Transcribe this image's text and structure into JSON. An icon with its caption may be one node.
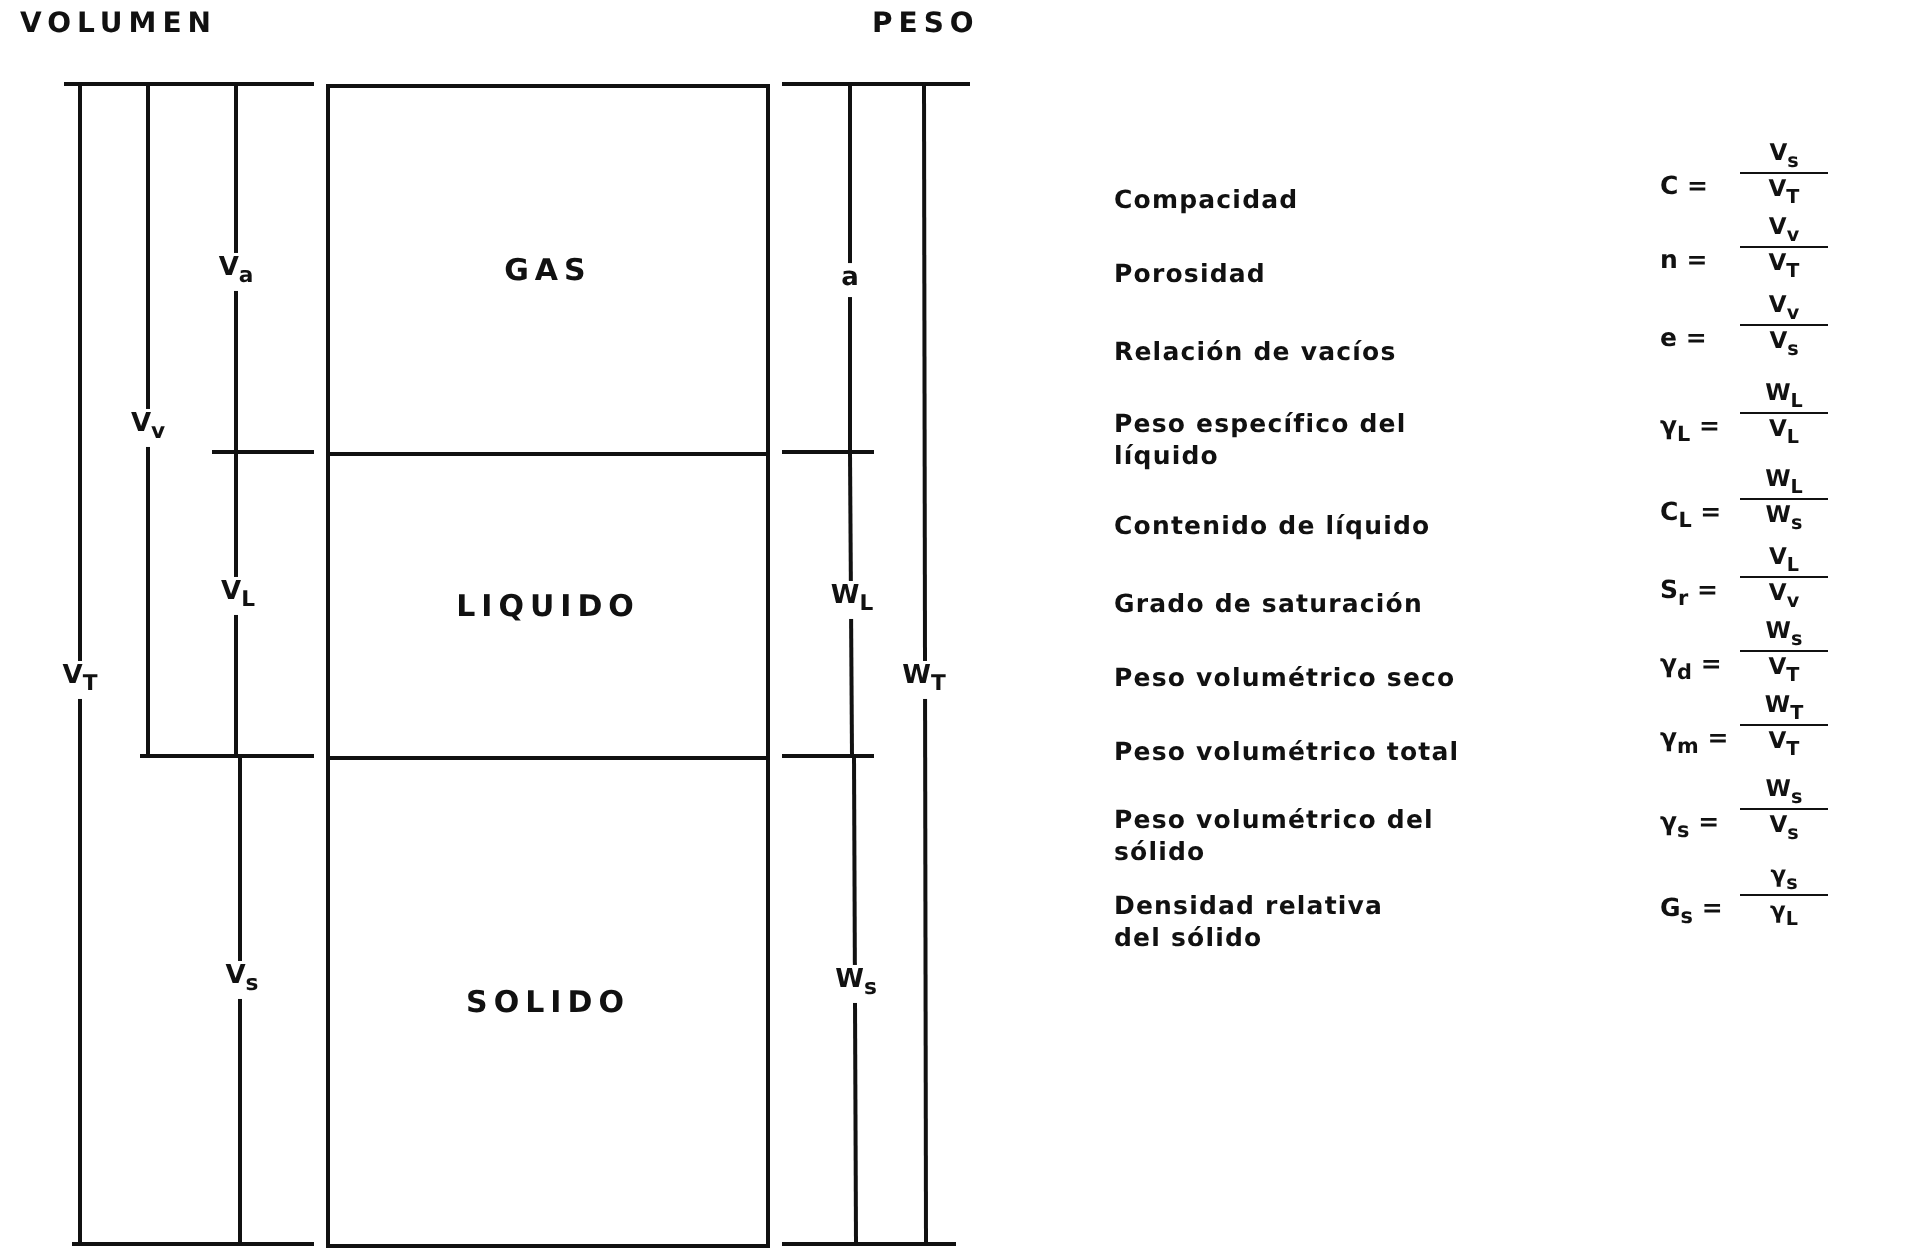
{
  "diagram": {
    "nodes": [
      {
        "text": [
          "GAS"
        ]
      },
      {
        "text": [
          "LIQUIDO"
        ]
      },
      {
        "text": [
          "SOLIDO"
        ]
      }
    ],
    "labels": [
      "VOLUMEN",
      "PESO",
      "V$_{a}$",
      "V$_{v}$",
      "V$_{L}$",
      "V$_{T}$",
      "V$_{s}$",
      "a",
      "W$_{L}$",
      "W$_{T}$",
      "W$_{s}$",
      "Compacidad",
      "C =",
      "V$_{s}$",
      "V$_{T}$",
      "Porosidad",
      "n =",
      "V$_{v}$",
      "V$_{T}$",
      "Relación de vacíos",
      "e =",
      "V$_{v}$",
      "V$_{s}$",
      "Peso específico del líquido",
      "γ$_{L}$ =",
      "W$_{L}$",
      "V$_{L}$",
      "Contenido de líquido",
      "C$_{L}$ =",
      "W$_{L}$",
      "W$_{s}$",
      "Grado de saturación",
      "S$_{r}$ =",
      "V$_{L}$",
      "V$_{v}$",
      "Peso volumétrico seco",
      "γ$_{d}$ =",
      "W$_{s}$",
      "V$_{T}$",
      "Peso volumétrico total",
      "γ$_{m}$ =",
      "W$_{T}$",
      "V$_{T}$",
      "Peso volumétrico del sólido",
      "γ$_{s}$ =",
      "W$_{s}$",
      "V$_{s}$",
      "Densidad relativa del sólido",
      "G$_{s}$ =",
      "γ$_{s}$",
      "γ$_{L}$"
    ]
  }
}
